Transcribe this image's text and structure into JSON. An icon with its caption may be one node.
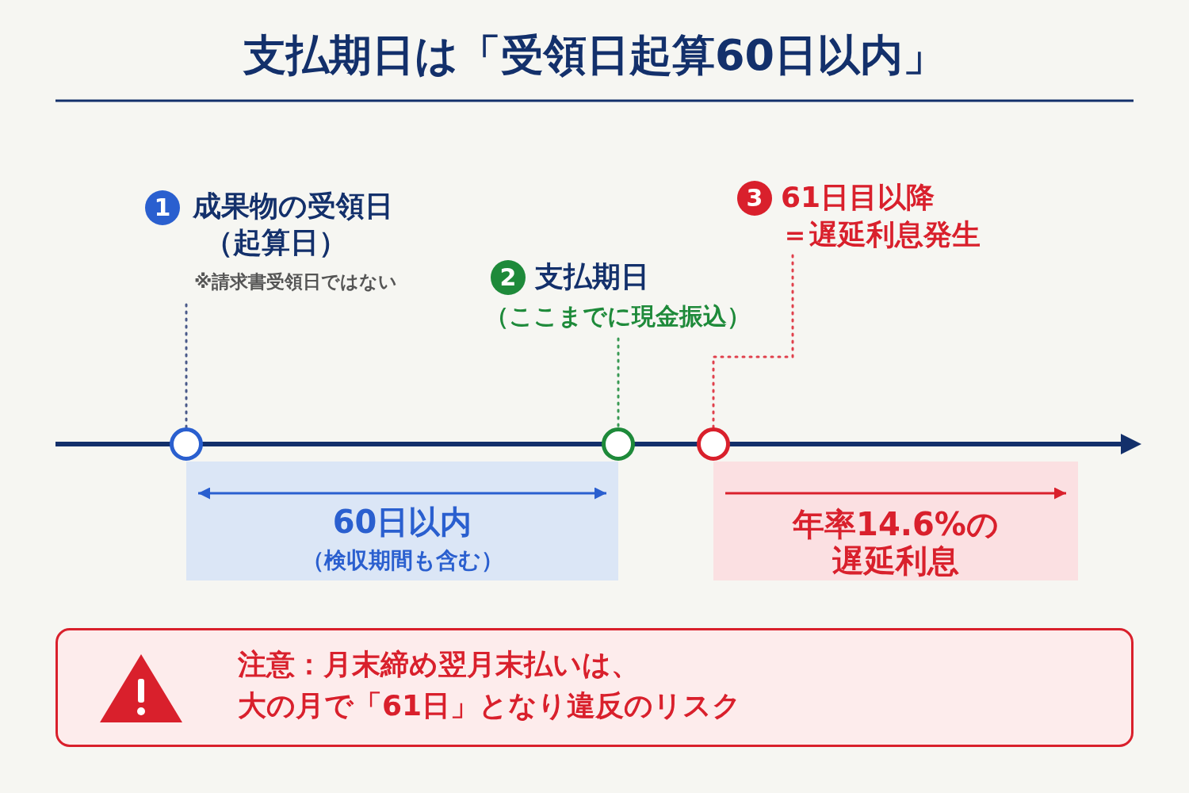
{
  "diagram": {
    "title": "支払期日は「受領日起算60日以内」",
    "nodes": [
      {
        "text": [
          "成果物の受領日",
          "（起算日）",
          "※請求書受領日ではない"
        ]
      },
      {
        "text": [
          "1"
        ],
        "in": 0
      },
      {
        "text": [
          "支払期日",
          "（ここまでに現金振込）"
        ]
      },
      {
        "text": [
          "2"
        ],
        "in": 2
      },
      {
        "text": [
          "61日目以降",
          "＝遅延利息発生"
        ]
      },
      {
        "text": [
          "3"
        ],
        "in": 4
      },
      {
        "text": [],
        "shape": "circle"
      },
      {
        "text": [],
        "shape": "circle"
      },
      {
        "text": [],
        "shape": "circle"
      },
      {
        "text": [
          "60日以内",
          "（検収期間も含む）"
        ]
      },
      {
        "text": [
          "年率14.6%の遅延利息"
        ]
      },
      {
        "text": [
          "注意：月末締め翌月末払いは、",
          "大の月で「61日」となり違反のリスク"
        ]
      }
    ],
    "edges": [
      {
        "from": 0,
        "to": 6,
        "arrow": "none",
        "style": "dashed",
        "color": "#4a5a8a"
      },
      {
        "from": 2,
        "to": 7,
        "arrow": "none",
        "style": "dashed",
        "color": "#3a9a55"
      },
      {
        "from": 4,
        "to": 8,
        "arrow": "none",
        "style": "dashed",
        "color": "#e0404c"
      }
    ]
  }
}
